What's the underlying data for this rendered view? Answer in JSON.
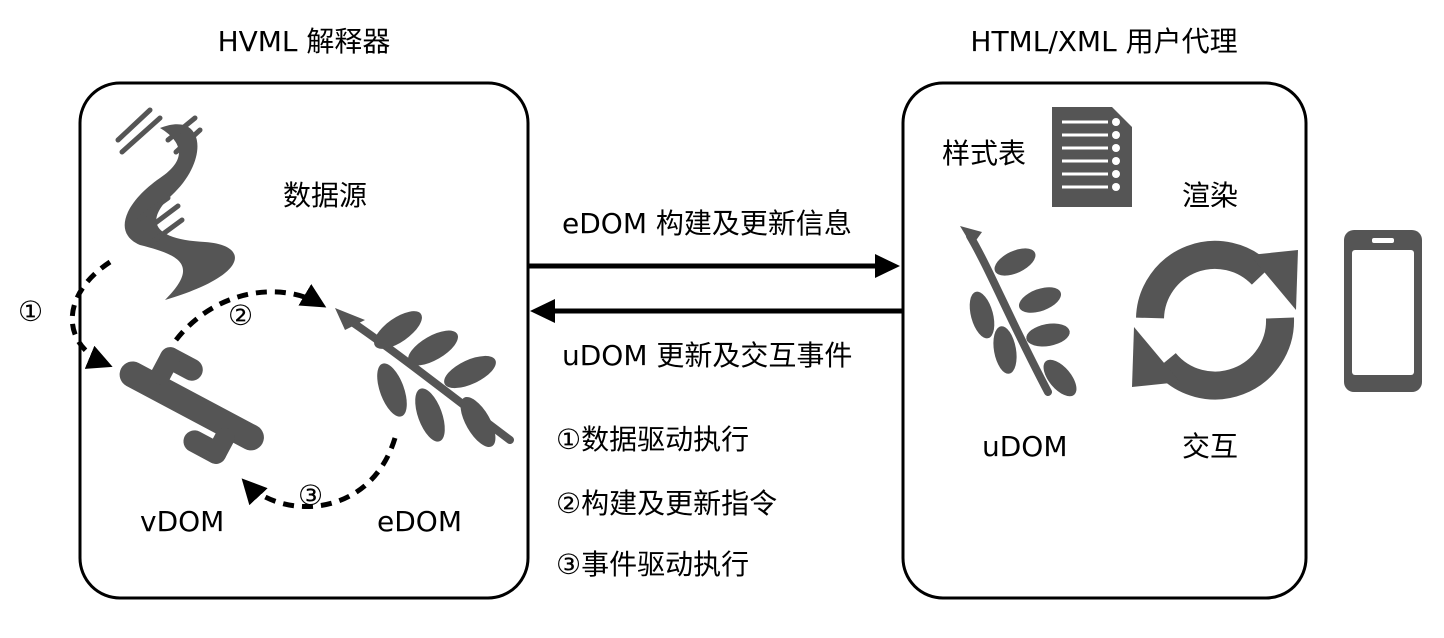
{
  "left_panel": {
    "title": "HVML 解释器",
    "data_source_label": "数据源",
    "vdom_label": "vDOM",
    "edom_label": "eDOM",
    "step1_marker": "①",
    "step2_marker": "②",
    "step3_marker": "③"
  },
  "right_panel": {
    "title": "HTML/XML 用户代理",
    "stylesheet_label": "样式表",
    "render_label": "渲染",
    "udom_label": "uDOM",
    "interact_label": "交互"
  },
  "arrows": {
    "top_label": "eDOM 构建及更新信息",
    "bottom_label": "uDOM 更新及交互事件"
  },
  "legend": {
    "item1": "①数据驱动执行",
    "item2": "②构建及更新指令",
    "item3": "③事件驱动执行"
  },
  "colors": {
    "icon": "#555555",
    "line": "#000000"
  }
}
